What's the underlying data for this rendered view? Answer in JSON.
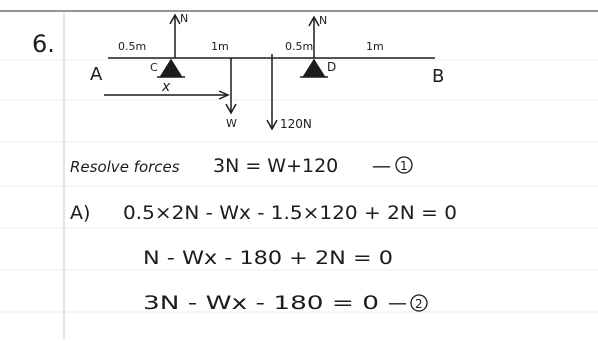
{
  "problem_number": "6.",
  "diagram": {
    "point_a": "A",
    "point_b": "B",
    "support_c": "C",
    "support_d": "D",
    "reaction_left": "N",
    "reaction_right": "N",
    "dist_a_c": "0.5m",
    "dist_c_mid": "1m",
    "dist_mid_d": "0.5m",
    "dist_d_b": "1m",
    "dist_x": "x",
    "load_w": "W",
    "load_120": "120N"
  },
  "working": {
    "resolve_label": "Resolve forces",
    "eq1": "3N = W+120",
    "eq1_tag": "1",
    "moment_label": "A)",
    "eq_moment": "0.5×2N - Wx - 1.5×120 + 2N = 0",
    "eq_simplified": "N - Wx - 180 + 2N = 0",
    "eq2": "3N - Wx - 180 = 0",
    "eq2_tag": "2"
  }
}
